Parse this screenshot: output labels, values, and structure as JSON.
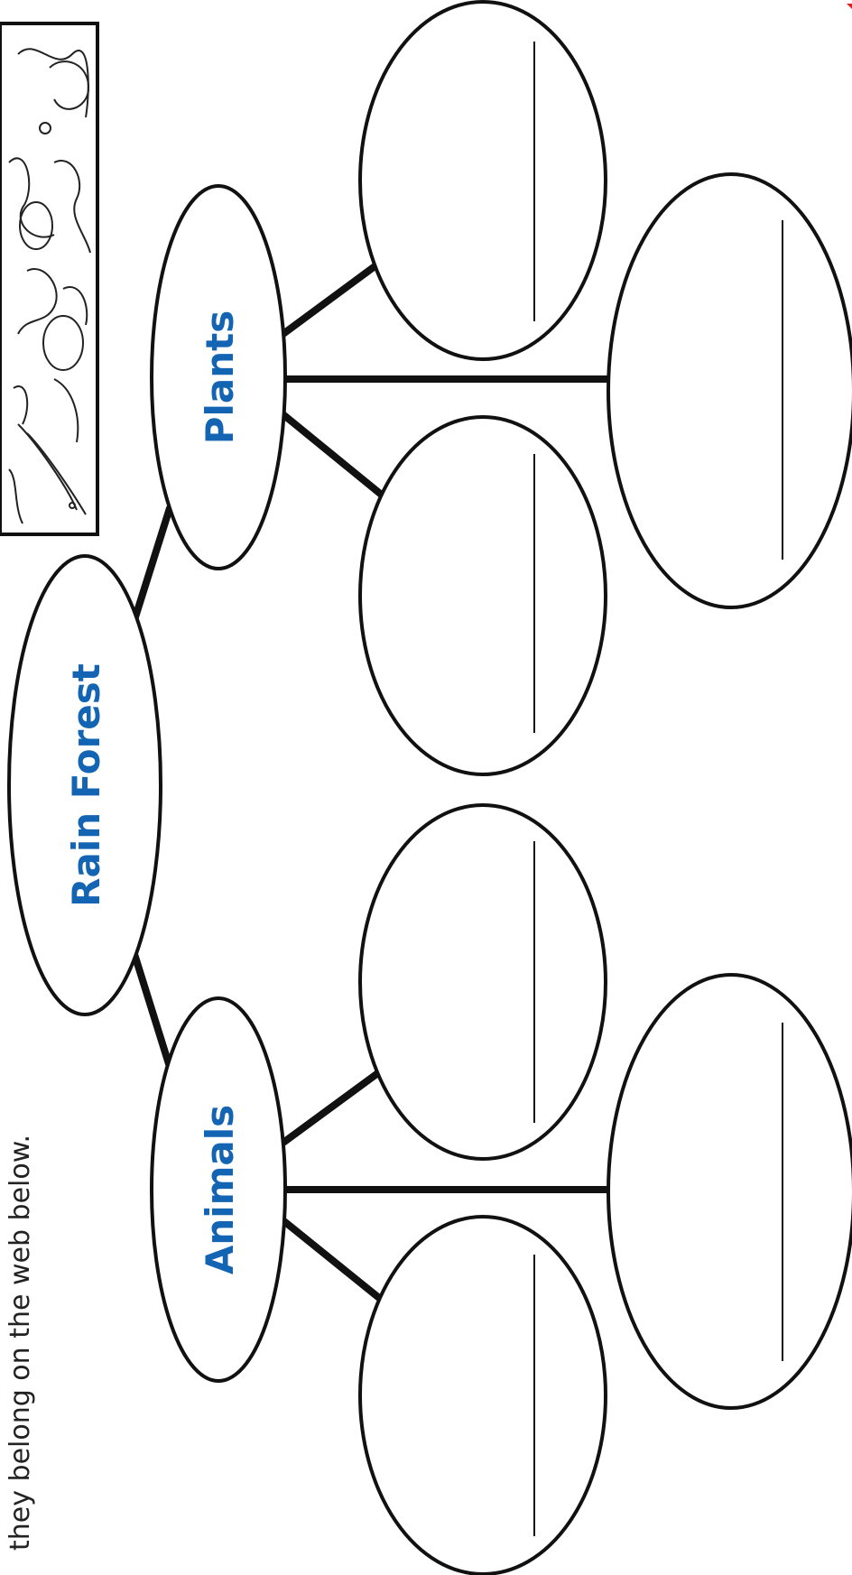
{
  "instruction_text": "they belong on the web below.",
  "nodes": {
    "center": "Rain Forest",
    "branch_animals": "Animals",
    "branch_plants": "Plants"
  },
  "colors": {
    "label": "#1464b4",
    "stroke": "#111111",
    "background": "#ffffff"
  },
  "blank_answer_ovals": {
    "animals": 3,
    "plants": 3
  },
  "illustration": "rain-forest-animals-clipart"
}
